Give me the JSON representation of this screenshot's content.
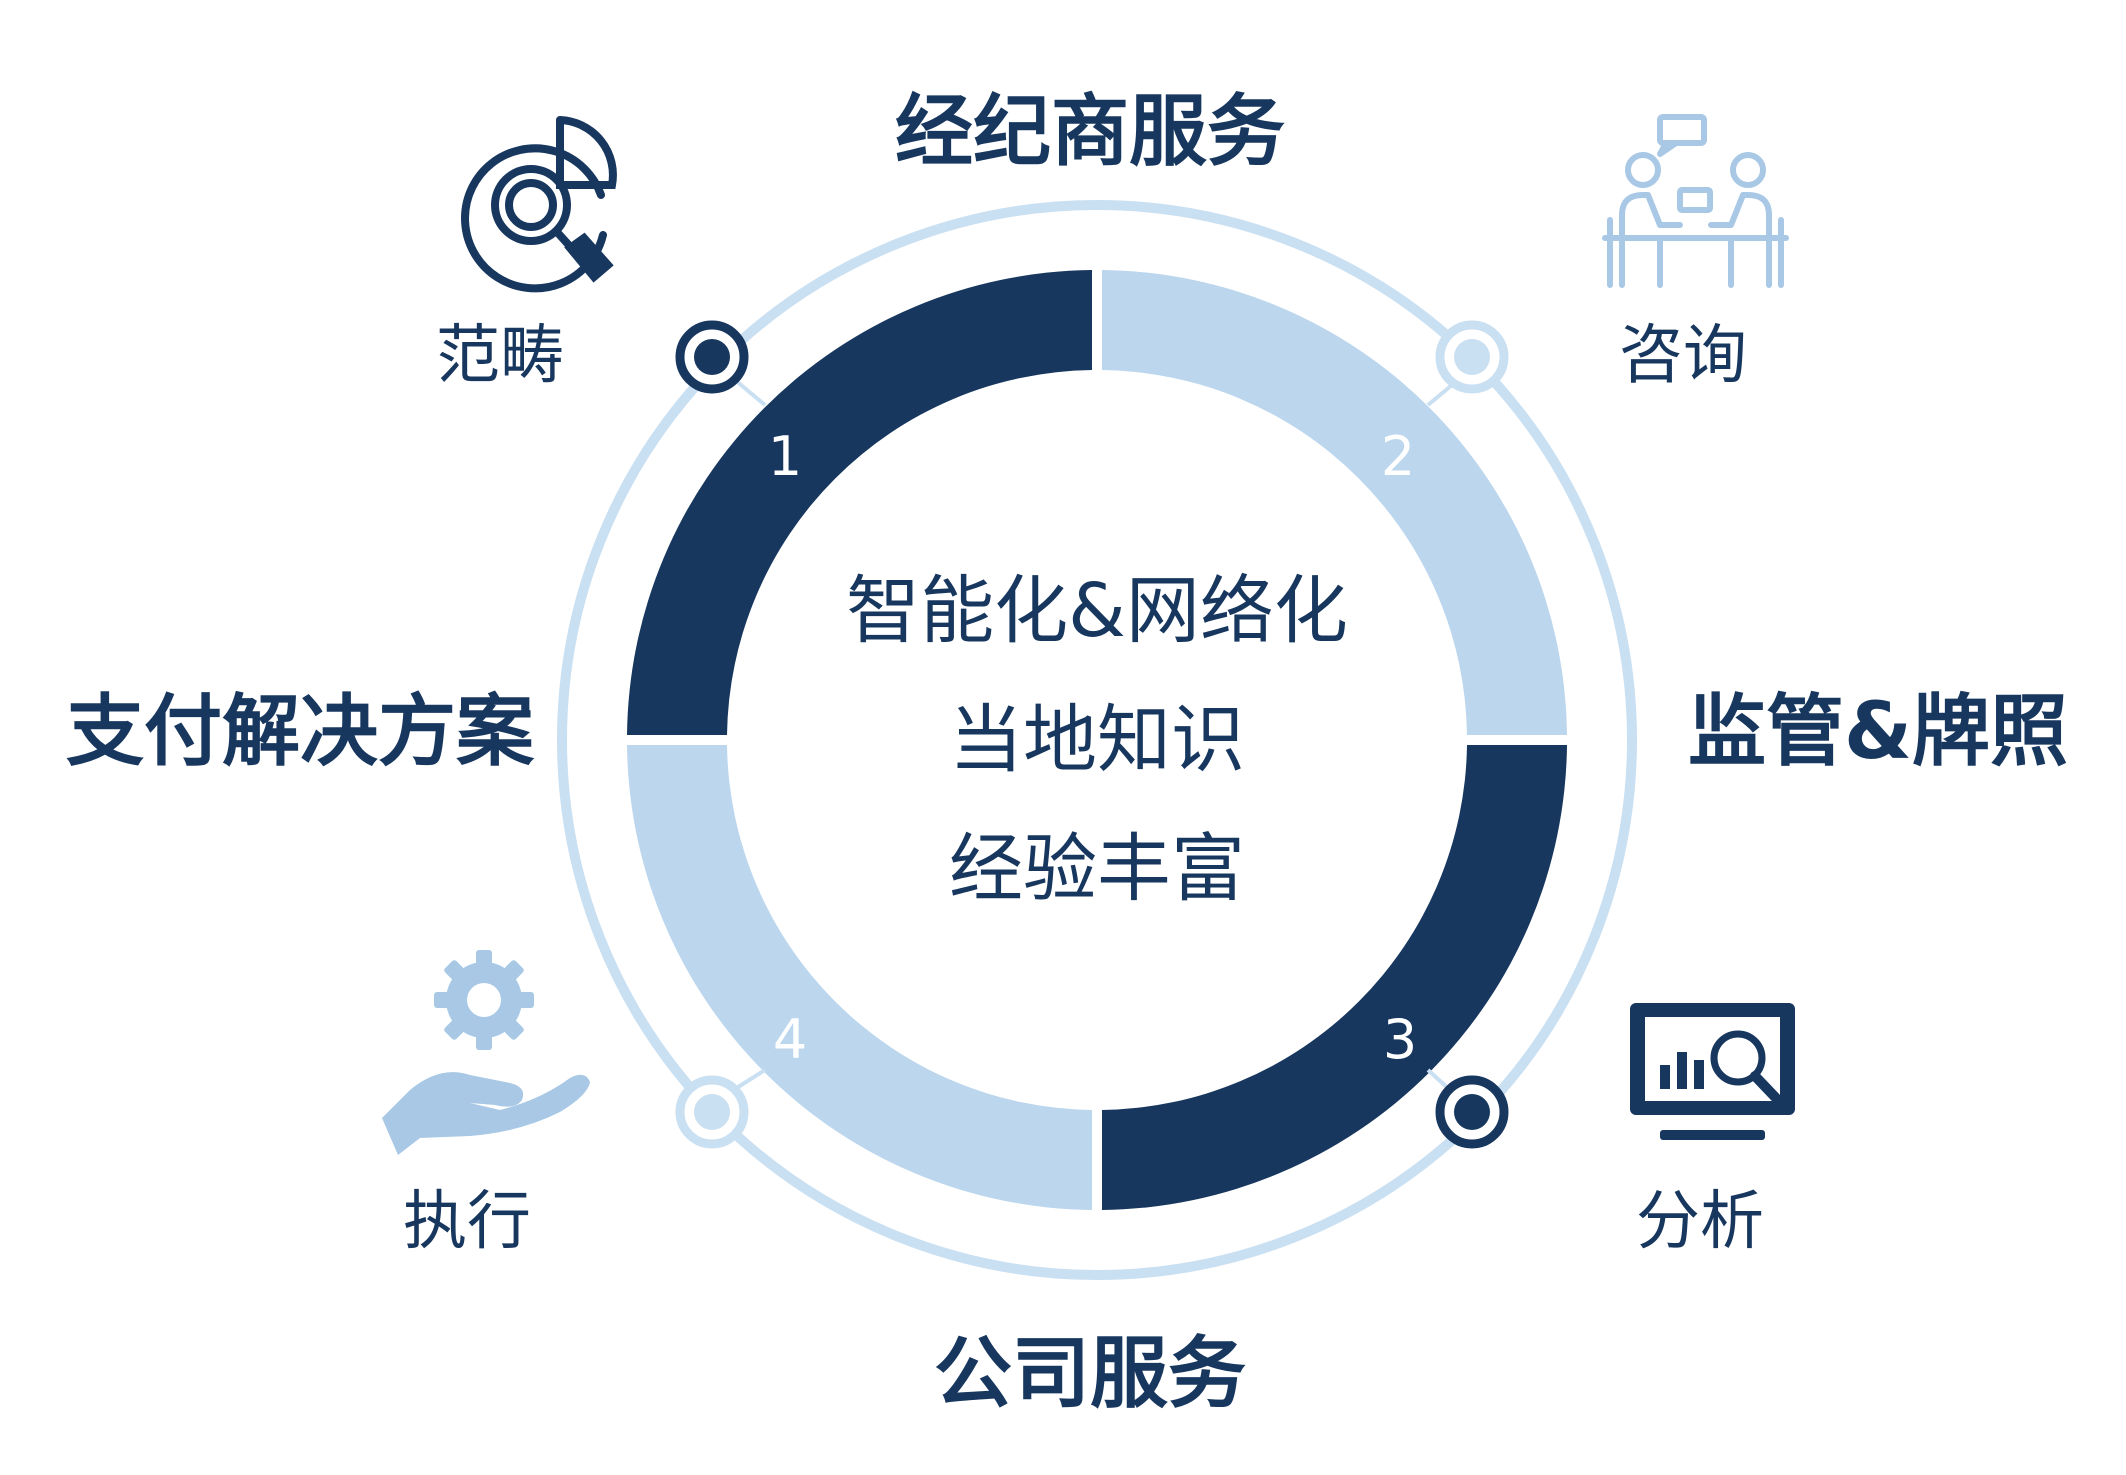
{
  "colors": {
    "dark": "#17375f",
    "light": "#bcd6ee",
    "ring": "#c9dff2",
    "icon_light": "#a8c8e6"
  },
  "center": {
    "line1": "智能化&网络化",
    "line2": "当地知识",
    "line3": "经验丰富"
  },
  "headings": {
    "top": "经纪商服务",
    "bottom": "公司服务",
    "left": "支付解决方案",
    "right": "监管&牌照"
  },
  "segments": [
    {
      "number": "1",
      "label": "范畴",
      "icon": "search-chart-icon",
      "color": "dark"
    },
    {
      "number": "2",
      "label": "咨询",
      "icon": "consulting-meeting-icon",
      "color": "light"
    },
    {
      "number": "3",
      "label": "分析",
      "icon": "analytics-monitor-icon",
      "color": "dark"
    },
    {
      "number": "4",
      "label": "执行",
      "icon": "hand-gear-icon",
      "color": "light"
    }
  ]
}
